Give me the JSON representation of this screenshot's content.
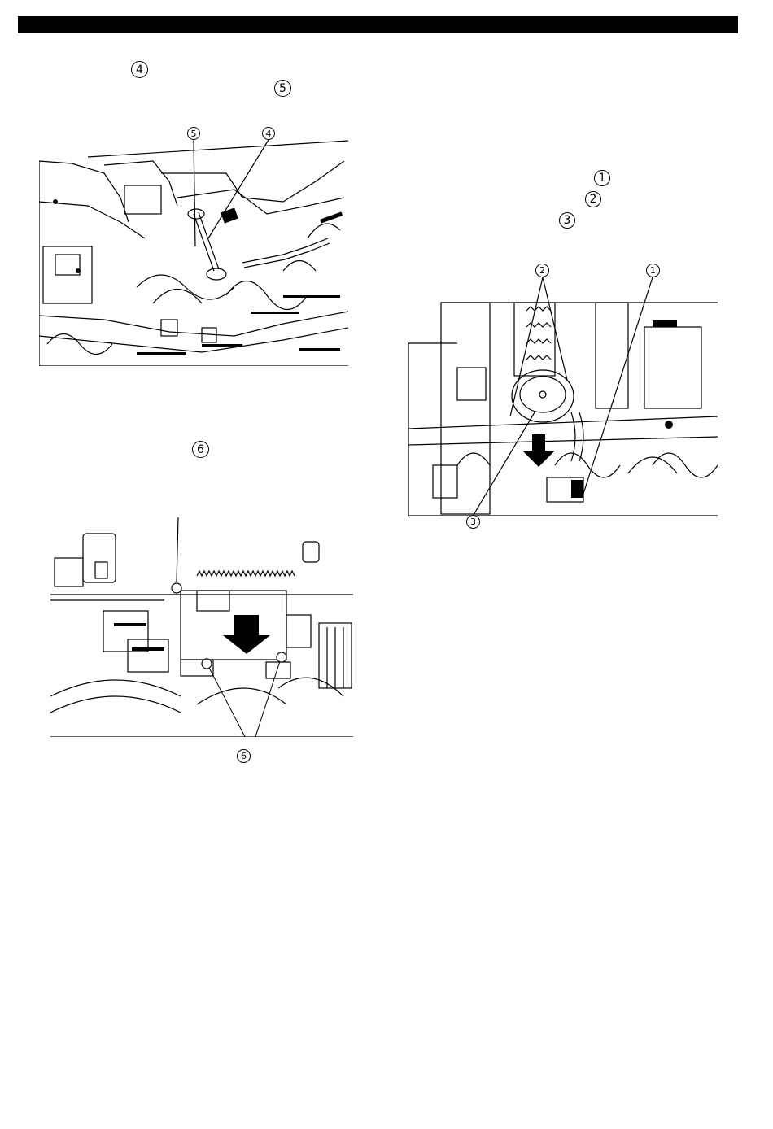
{
  "header_bar": {
    "color": "#000000"
  },
  "text_markers": {
    "step4": "4",
    "step5": "5",
    "step6": "6",
    "step1": "1",
    "step2": "2",
    "step3": "3"
  },
  "figures": {
    "fig1": {
      "callouts": [
        "5",
        "4"
      ],
      "description_icon": "shaft-and-lever-illustration"
    },
    "fig2": {
      "callouts": [
        "6"
      ],
      "description_icon": "motor-bracket-illustration"
    },
    "fig3": {
      "callouts": [
        "2",
        "1",
        "3"
      ],
      "description_icon": "motor-connector-illustration"
    }
  }
}
